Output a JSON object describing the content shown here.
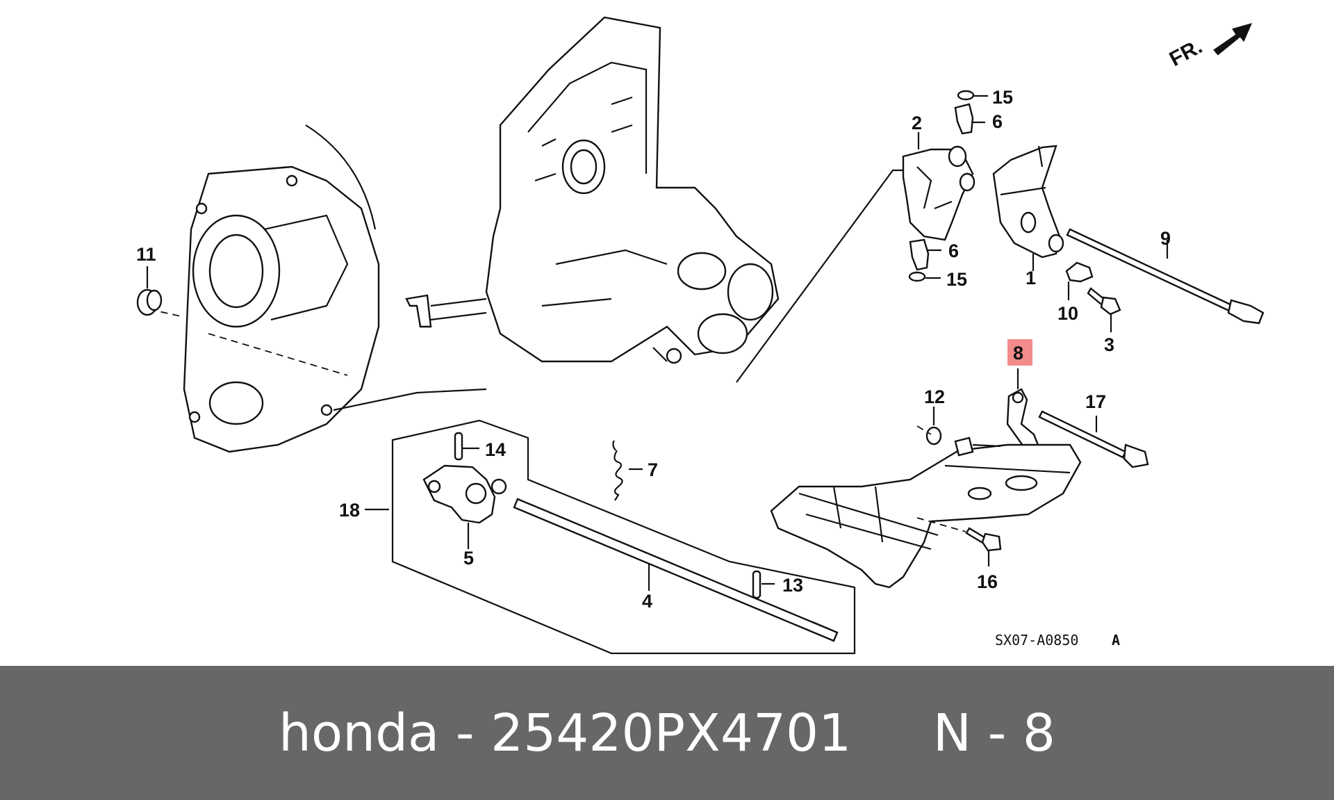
{
  "diagram": {
    "callouts": {
      "c1": "1",
      "c2": "2",
      "c3": "3",
      "c4": "4",
      "c5": "5",
      "c6a": "6",
      "c6b": "6",
      "c7": "7",
      "c8": "8",
      "c9": "9",
      "c10": "10",
      "c11": "11",
      "c12": "12",
      "c13": "13",
      "c14": "14",
      "c15a": "15",
      "c15b": "15",
      "c16": "16",
      "c17": "17",
      "c18": "18"
    },
    "highlight_color": "#f28b8b",
    "ref_code": "SX07-A0850",
    "ref_suffix": "A",
    "direction_label": "FR."
  },
  "footer": {
    "text": "honda - 25420PX4701     N - 8"
  }
}
